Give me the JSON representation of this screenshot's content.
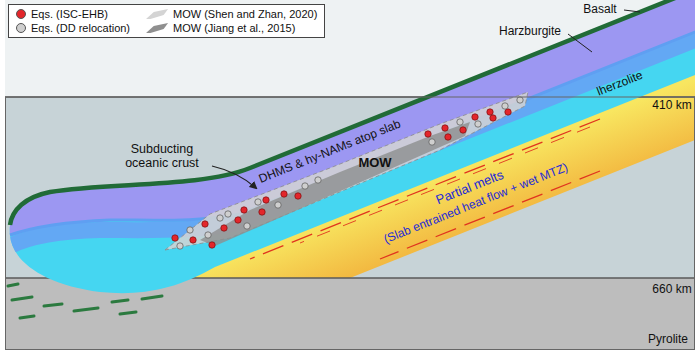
{
  "diagram": {
    "labels": [
      "Basalt",
      "Harzburgite",
      "lherzolite",
      "410 km",
      "Subducting oceanic crust",
      "DHMS & hy-NAMs atop slab",
      "MOW",
      "Partial melts",
      "(Slab entrained heat flow + wet MTZ)",
      "660 km",
      "Pyrolite"
    ],
    "legend": [
      {
        "text": "Eqs. (ISC-EHB)",
        "color": "#e3262b"
      },
      {
        "text": "MOW (Shen and Zhan, 2020)",
        "color": "#d4d4d4"
      },
      {
        "text": "Eqs. (DD relocation)",
        "color": "#cfcfcf"
      },
      {
        "text": "MOW (Jiang et al., 2015)",
        "color": "#8f8f8f"
      }
    ]
  }
}
